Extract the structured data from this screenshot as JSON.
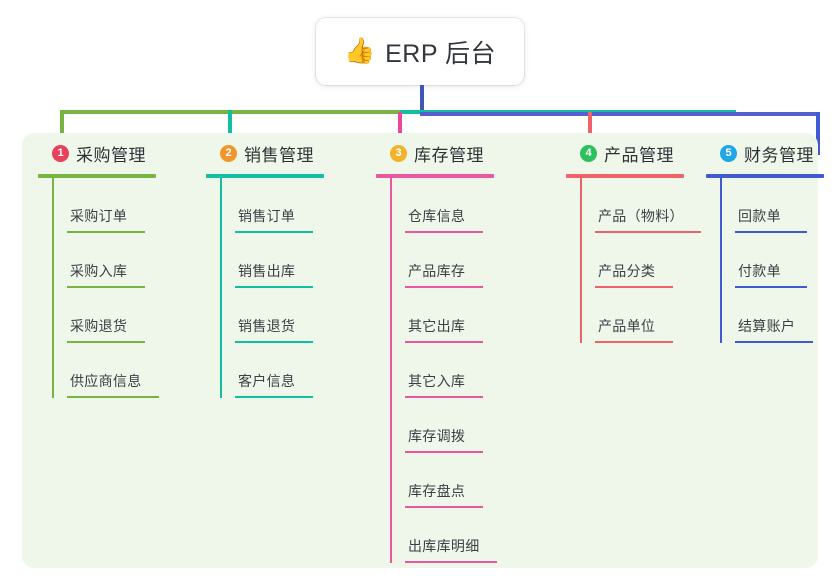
{
  "root": {
    "icon": "thumbs-up-icon",
    "icon_glyph": "👍",
    "title": "ERP 后台"
  },
  "theme": {
    "panel_bg": "#eef7e9",
    "page_bg": "#ffffff",
    "root_stem": "#4055b8",
    "bus_green": "#79b443",
    "bus_teal": "#12bfa2",
    "bus_blue": "#5360cd"
  },
  "branches": [
    {
      "number": "1",
      "title": "采购管理",
      "badge_color": "#e8415c",
      "line_color": "#79b443",
      "rule_width": 118,
      "children": [
        {
          "label": "采购订单",
          "rule_width": 78
        },
        {
          "label": "采购入库",
          "rule_width": 78
        },
        {
          "label": "采购退货",
          "rule_width": 78
        },
        {
          "label": "供应商信息",
          "rule_width": 92
        }
      ]
    },
    {
      "number": "2",
      "title": "销售管理",
      "badge_color": "#f2952b",
      "line_color": "#12bfa2",
      "rule_width": 118,
      "children": [
        {
          "label": "销售订单",
          "rule_width": 78
        },
        {
          "label": "销售出库",
          "rule_width": 78
        },
        {
          "label": "销售退货",
          "rule_width": 78
        },
        {
          "label": "客户信息",
          "rule_width": 78
        }
      ]
    },
    {
      "number": "3",
      "title": "库存管理",
      "badge_color": "#f2b32b",
      "line_color": "#e8579f",
      "rule_width": 118,
      "children": [
        {
          "label": "仓库信息",
          "rule_width": 78
        },
        {
          "label": "产品库存",
          "rule_width": 78
        },
        {
          "label": "其它出库",
          "rule_width": 78
        },
        {
          "label": "其它入库",
          "rule_width": 78
        },
        {
          "label": "库存调拨",
          "rule_width": 78
        },
        {
          "label": "库存盘点",
          "rule_width": 78
        },
        {
          "label": "出库库明细",
          "rule_width": 92
        }
      ]
    },
    {
      "number": "4",
      "title": "产品管理",
      "badge_color": "#2ec05f",
      "line_color": "#f0626a",
      "rule_width": 118,
      "children": [
        {
          "label": "产品（物料）",
          "rule_width": 106
        },
        {
          "label": "产品分类",
          "rule_width": 78
        },
        {
          "label": "产品单位",
          "rule_width": 78
        }
      ]
    },
    {
      "number": "5",
      "title": "财务管理",
      "badge_color": "#21a6e8",
      "line_color": "#3f5bd4",
      "rule_width": 118,
      "children": [
        {
          "label": "回款单",
          "rule_width": 72
        },
        {
          "label": "付款单",
          "rule_width": 72
        },
        {
          "label": "结算账户",
          "rule_width": 78
        }
      ]
    }
  ]
}
